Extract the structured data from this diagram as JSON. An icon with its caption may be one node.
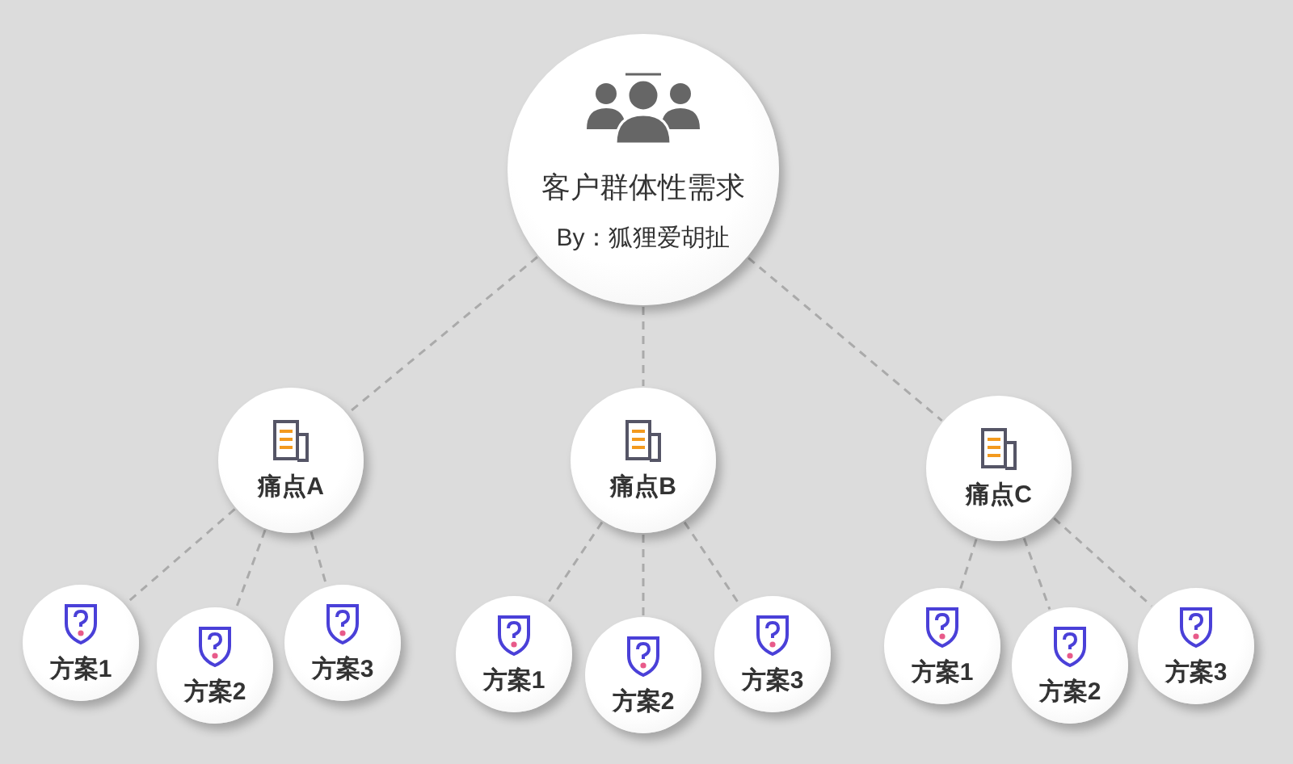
{
  "diagram": {
    "nodes": [
      {
        "text": [
          "客户群体性需求",
          "By：狐狸爱胡扯"
        ]
      },
      {
        "text": [
          "痛点A"
        ]
      },
      {
        "text": [
          "痛点B"
        ]
      },
      {
        "text": [
          "痛点C"
        ]
      },
      {
        "text": [
          "方案1"
        ]
      },
      {
        "text": [
          "方案2"
        ]
      },
      {
        "text": [
          "方案3"
        ]
      },
      {
        "text": [
          "方案1"
        ]
      },
      {
        "text": [
          "方案2"
        ]
      },
      {
        "text": [
          "方案3"
        ]
      },
      {
        "text": [
          "方案1"
        ]
      },
      {
        "text": [
          "方案2"
        ]
      },
      {
        "text": [
          "方案3"
        ]
      }
    ],
    "edges": [
      {
        "from": 0,
        "to": 1,
        "arrow": "none"
      },
      {
        "from": 0,
        "to": 2,
        "arrow": "none"
      },
      {
        "from": 0,
        "to": 3,
        "arrow": "none"
      },
      {
        "from": 1,
        "to": 4,
        "arrow": "none"
      },
      {
        "from": 1,
        "to": 5,
        "arrow": "none"
      },
      {
        "from": 1,
        "to": 6,
        "arrow": "none"
      },
      {
        "from": 2,
        "to": 7,
        "arrow": "none"
      },
      {
        "from": 2,
        "to": 8,
        "arrow": "none"
      },
      {
        "from": 2,
        "to": 9,
        "arrow": "none"
      },
      {
        "from": 3,
        "to": 10,
        "arrow": "none"
      },
      {
        "from": 3,
        "to": 11,
        "arrow": "none"
      },
      {
        "from": 3,
        "to": 12,
        "arrow": "none"
      }
    ]
  }
}
